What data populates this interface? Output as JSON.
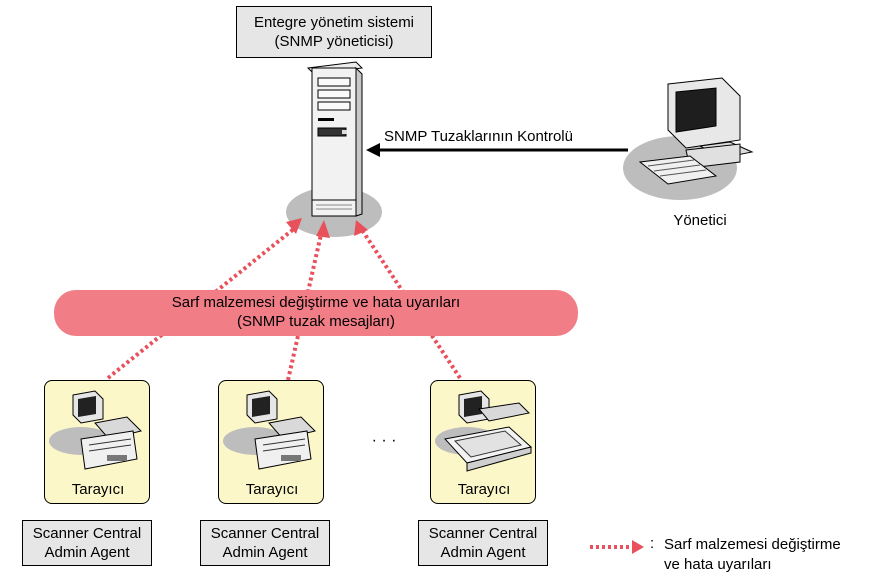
{
  "manager_box": {
    "line1": "Entegre yönetim sistemi",
    "line2": "(SNMP yöneticisi)"
  },
  "control_arrow_label": "SNMP Tuzaklarının Kontrolü",
  "admin_label": "Yönetici",
  "traps_band": {
    "line1": "Sarf malzemesi değiştirme ve hata uyarıları",
    "line2": "(SNMP tuzak mesajları)"
  },
  "scanners": [
    {
      "label": "Tarayıcı",
      "agent_line1": "Scanner Central",
      "agent_line2": "Admin Agent"
    },
    {
      "label": "Tarayıcı",
      "agent_line1": "Scanner Central",
      "agent_line2": "Admin Agent"
    },
    {
      "label": "Tarayıcı",
      "agent_line1": "Scanner Central",
      "agent_line2": "Admin Agent"
    }
  ],
  "ellipsis": "· · ·",
  "legend": {
    "separator": ":",
    "line1": "Sarf malzemesi değiştirme",
    "line2": "ve hata uyarıları"
  },
  "colors": {
    "trap_arrow": "#e8505b",
    "band": "#f17d87",
    "card": "#fcf7c9",
    "box": "#e6e6e6"
  }
}
